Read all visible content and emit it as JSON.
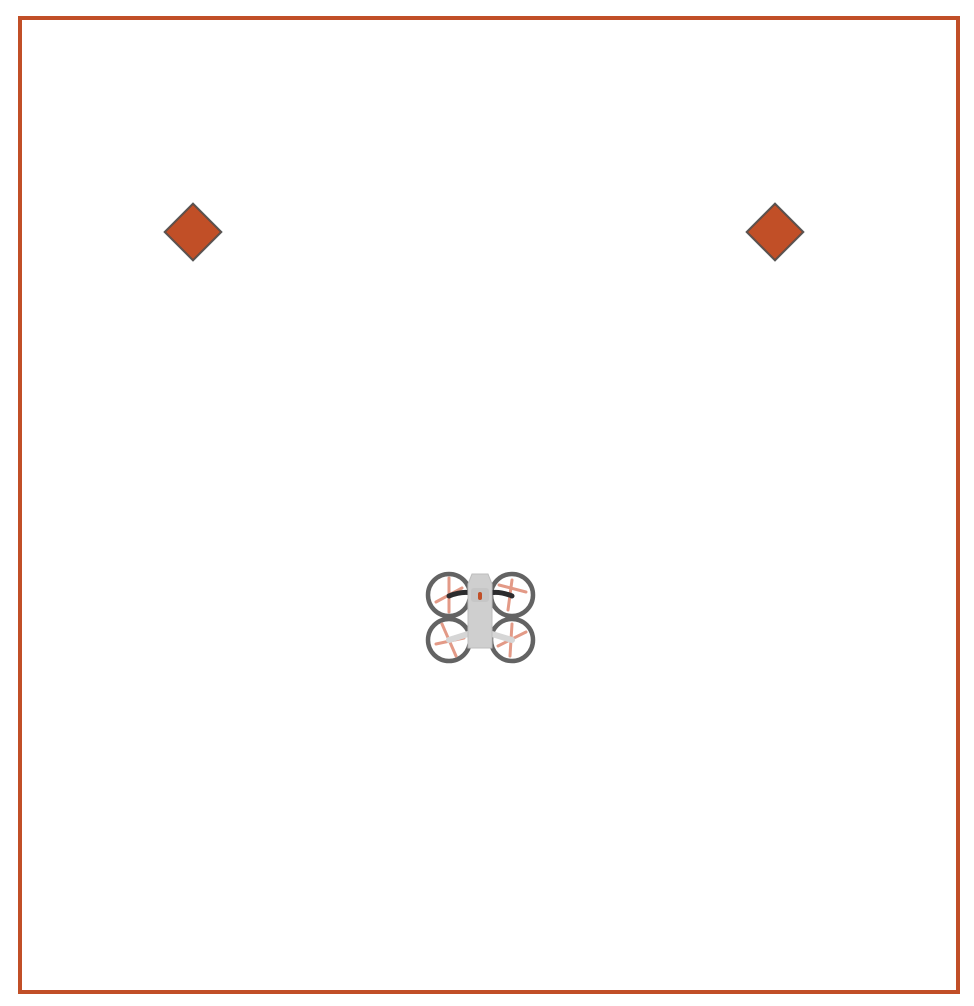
{
  "scene": {
    "boundary_color": "#c14f27",
    "marker_color": "#c14f27",
    "markers": [
      {
        "name": "marker-left",
        "shape": "diamond"
      },
      {
        "name": "marker-right",
        "shape": "diamond"
      }
    ],
    "drone": {
      "icon": "quadcopter-drone-icon",
      "body_color": "#cfcfcf",
      "guard_color": "#636363",
      "propeller_color": "#e39a87"
    }
  }
}
